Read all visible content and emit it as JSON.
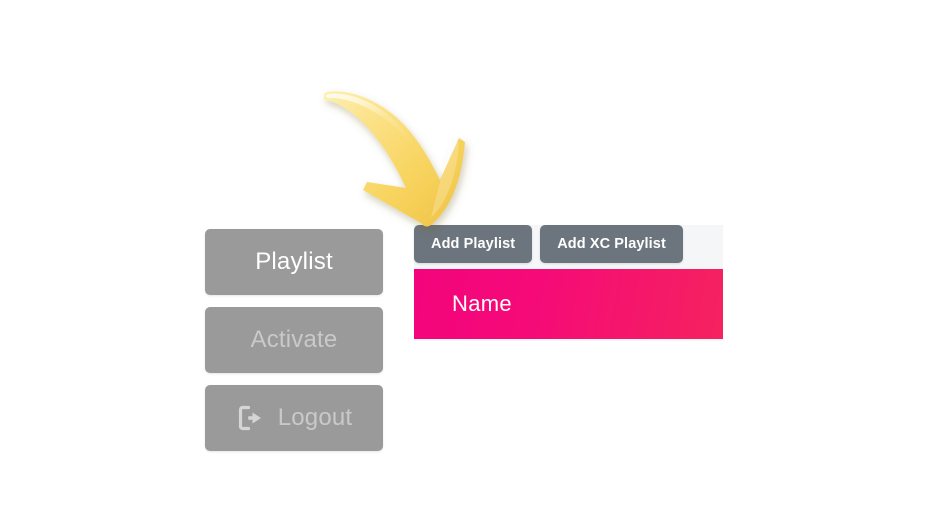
{
  "sidebar": {
    "items": [
      {
        "label": "Playlist",
        "icon": null,
        "state": "active"
      },
      {
        "label": "Activate",
        "icon": null,
        "state": "muted"
      },
      {
        "label": "Logout",
        "icon": "logout-icon",
        "state": "muted"
      }
    ]
  },
  "panel": {
    "toolbar": {
      "add_playlist_label": "Add Playlist",
      "add_xc_playlist_label": "Add XC Playlist"
    },
    "table": {
      "columns": [
        "Name"
      ],
      "rows": []
    }
  },
  "annotation": {
    "pointer": {
      "icon": "curved-arrow-down-right-icon",
      "points_to": "Add Playlist",
      "color": "#f7d560"
    }
  },
  "colors": {
    "nav_button": "#9a9a9a",
    "action_button": "#6c757d",
    "table_header_start": "#f4047c",
    "table_header_end": "#f5225f",
    "panel_background": "#f4f6f8",
    "page_background": "#ffffff"
  }
}
